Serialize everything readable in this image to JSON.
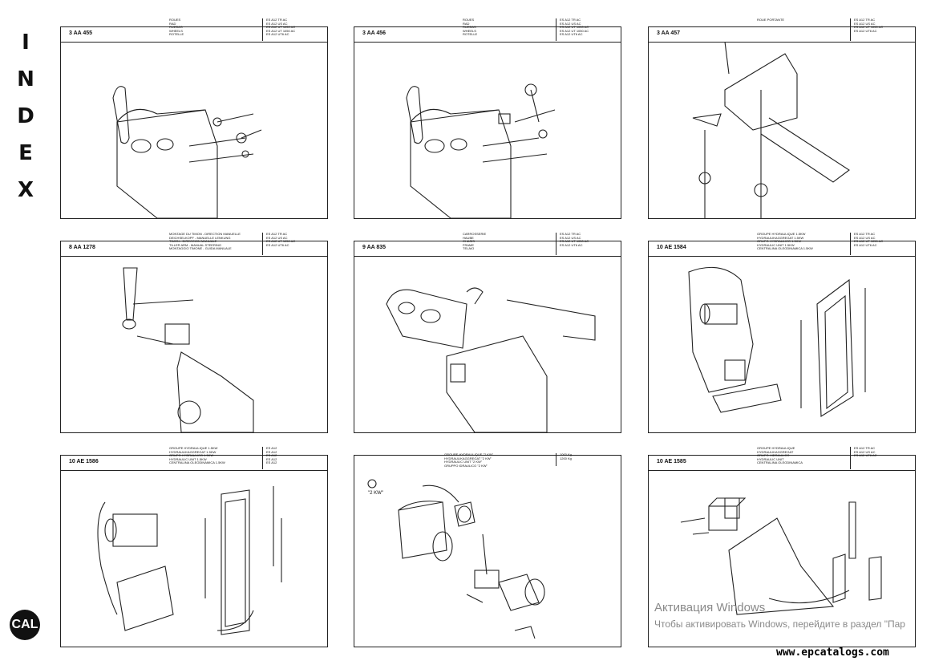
{
  "index_label": [
    "I",
    "N",
    "D",
    "E",
    "X"
  ],
  "logo_text": "CAL",
  "panels": [
    {
      "code": "3 AA 455",
      "title": "ROUES\nRAD\nRUEDAS\nWHEELS\nROTELLE",
      "refs": "ES A12 TR AC\nES A12 US AC\nES A12 UT 1050 AC\nES A12 UT 1050 AC\nES A12 UT6 AC"
    },
    {
      "code": "3 AA 456",
      "title": "ROUES\nRAD\nRUEDAS\nWHEELS\nROTELLE",
      "refs": "ES A12 TR AC\nES A12 US AC\nES A12 UT 1050 AC\nES A12 UT 1050 AC\nES A12 UT6 AC"
    },
    {
      "code": "3 AA 457",
      "title": "ROUE PORTANTE",
      "refs": "ES A12 TR AC\nES A12 US AC\nES A12 UT 1050 AC\nES A12 UT6 AC"
    },
    {
      "code": "8 AA 1278",
      "title": "MONTAGE DU TIMON - DIRECTION MANUELLE\nDEICHSELKOPF - MANUELLE LENKUNG\nTIMON - DIRECCION MANUALE\nTILLER ARM - MANUAL STEERING\nMONTAGGIO TIMONE - GUIDA MANUALE",
      "refs": "ES A12 TR AC\nES A12 US AC\nES A12 UT 1050 AC\nES A12 UT6 AC"
    },
    {
      "code": "9 AA 835",
      "title": "CARROSSERIE\nHAUBE\nCHASIS\nFRAME\nTELAIO",
      "refs": "ES A12 TR AC\nES A12 US AC\nES A12 UT 1050 AC\nES A12 UT6 AC"
    },
    {
      "code": "10 AE 1584",
      "title": "GROUPE HYDRAULIQUE 1.5KW\nHYDRAULIKAGGREGAT 1.5KW\nGRUPO HYDRAULICO 1.5KW\nHYDRAULIC UNIT 1.5KW\nCENTRALINA OLEODINAMICA 1.5KW",
      "refs": "ES A12 TR AC\nES A12 US AC\nES A12 UT 1050 AC\nES A12 UT6 AC"
    },
    {
      "code": "10 AE 1586",
      "title": "GROUPE HYDRAULIQUE 1.5KW\nHYDRAULIKAGGREGAT 1.5KW\nGRUPO HYDRAULICO 1.5KW\nHYDRAULIC UNIT 1.5KW\nCENTRALINA OLEODINAMICA 1.5KW",
      "refs": "ES A12\nES A12\nES A12\nES A12\nES A12"
    },
    {
      "code": "",
      "title": "GROUPE HYDRAULIQUE \"2 KW\"\nHYDRAULIKAGGREGAT \"2 KW\"\nHYDRAULIC UNIT \"2 KW\"\nGRUPPO IDRAULICO \"2 KW\"",
      "refs": "1000 Kg\n1200 Kg",
      "note": "\"2 KW\""
    },
    {
      "code": "10 AE 1585",
      "title": "GROUPE HYDRAULIQUE\nHYDRAULIKAGGREGAT\nGRUPO HIDRAULICO\nHYDRAULIC UNIT\nCENTRALINA OLEODINAMICA",
      "refs": "ES A12 TR AC\nES A12 US AC\nES A12 UT6 AC"
    }
  ],
  "watermark": {
    "line1": "Активация Windows",
    "line2": "Чтобы активировать Windows, перейдите в раздел \"Пар"
  },
  "site": "www.epcatalogs.com"
}
